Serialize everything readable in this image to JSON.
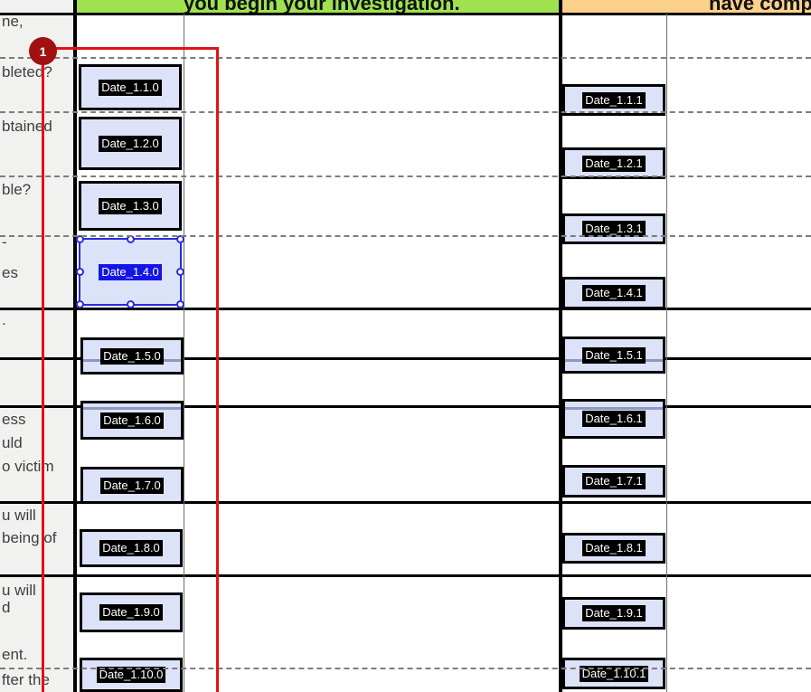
{
  "header": {
    "green_label": "you begin your investigation.",
    "orange_label": "have compl",
    "green_bg": "#a0e150",
    "orange_bg": "#fbd08a"
  },
  "annotation": {
    "number": "1",
    "circle_color": "#a21111",
    "line_color": "#e21313"
  },
  "fragments": [
    "ne,",
    "bleted?",
    "btained",
    "ble?",
    "-",
    "es",
    ".",
    "ess",
    "uld",
    "o victim",
    "u will",
    "being of",
    "u will",
    "d",
    "ent.",
    "fter the"
  ],
  "boxes": {
    "left": [
      "Date_1.1.0",
      "Date_1.2.0",
      "Date_1.3.0",
      "Date_1.4.0",
      "Date_1.5.0",
      "Date_1.6.0",
      "Date_1.7.0",
      "Date_1.8.0",
      "Date_1.9.0",
      "Date_1.10.0"
    ],
    "right": [
      "Date_1.1.1",
      "Date_1.2.1",
      "Date_1.3.1",
      "Date_1.4.1",
      "Date_1.5.1",
      "Date_1.6.1",
      "Date_1.7.1",
      "Date_1.8.1",
      "Date_1.9.1",
      "Date_1.10.1"
    ]
  },
  "colors": {
    "field_fill": "#dce2f8",
    "field_label_bg": "#000000",
    "selected_border": "#2a2ae0",
    "selected_label_bg": "#1515e8",
    "grid_dashed": "#7d7d7d"
  }
}
